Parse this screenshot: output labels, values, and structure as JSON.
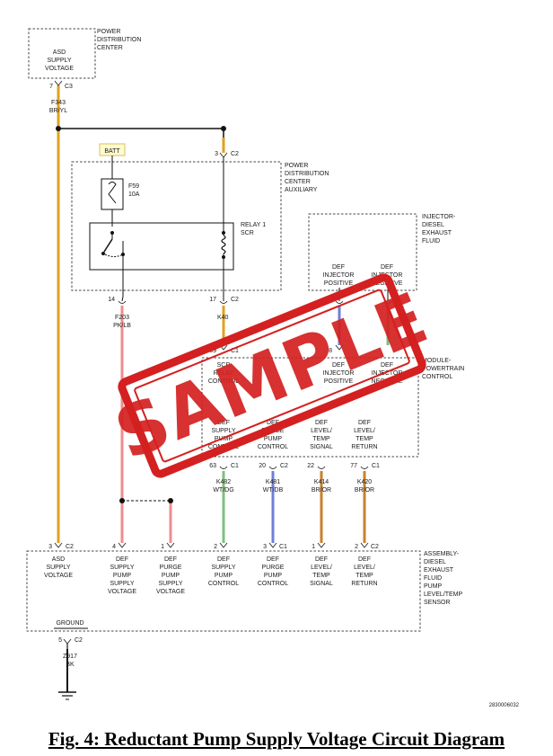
{
  "colors": {
    "wire_yellow": "#e0a020",
    "wire_pink": "#f08c8c",
    "wire_green": "#7ec07e",
    "wire_blue": "#6f7fd8",
    "wire_brown": "#c8822e",
    "wire_black": "#111111",
    "stamp_red": "#d42020",
    "dashed_box": "#444444"
  },
  "components": {
    "pdc_label": [
      "POWER",
      "DISTRIBUTION",
      "CENTER"
    ],
    "asd_supply_box": [
      "ASD",
      "SUPPLY",
      "VOLTAGE"
    ],
    "pdc_aux_label": [
      "POWER",
      "DISTRIBUTION",
      "CENTER",
      "AUXILIARY"
    ],
    "batt": "BATT",
    "fuse_id": "F59",
    "fuse_rating": "10A",
    "relay_label": [
      "RELAY 1",
      "SCR"
    ],
    "injector_label": [
      "INJECTOR-",
      "DIESEL",
      "EXHAUST",
      "FLUID"
    ],
    "inj_def_pos": [
      "DEF",
      "INJECTOR",
      "POSITIVE"
    ],
    "inj_def_neg": [
      "DEF",
      "INJECTOR",
      "NEGATIVE"
    ],
    "pcm_label": [
      "MODULE-",
      "POWERTRAIN",
      "CONTROL"
    ],
    "pcm_scr_relay": [
      "SCR",
      "RELAY",
      "CONTROL"
    ],
    "pcm_def_pos": [
      "DEF",
      "INJECTOR",
      "POSITIVE"
    ],
    "pcm_def_neg": [
      "DEF",
      "INJECTOR",
      "NEGATIVE"
    ],
    "pcm_supply_pump": [
      "DEF",
      "SUPPLY",
      "PUMP",
      "CONTROL"
    ],
    "pcm_purge_pump": [
      "DEF",
      "PURGE",
      "PUMP",
      "CONTROL"
    ],
    "pcm_level_signal": [
      "DEF",
      "LEVEL/",
      "TEMP",
      "SIGNAL"
    ],
    "pcm_level_return": [
      "DEF",
      "LEVEL/",
      "TEMP",
      "RETURN"
    ],
    "assembly_label": [
      "ASSEMBLY-",
      "DIESEL",
      "EXHAUST",
      "FLUID",
      "PUMP",
      "LEVEL/TEMP",
      "SENSOR"
    ],
    "asm_asd": [
      "ASD",
      "SUPPLY",
      "VOLTAGE"
    ],
    "asm_supply_pump_supply": [
      "DEF",
      "SUPPLY",
      "PUMP",
      "SUPPLY",
      "VOLTAGE"
    ],
    "asm_purge_pump_supply": [
      "DEF",
      "PURGE",
      "PUMP",
      "SUPPLY",
      "VOLTAGE"
    ],
    "asm_supply_pump_control": [
      "DEF",
      "SUPPLY",
      "PUMP",
      "CONTROL"
    ],
    "asm_purge_pump_control": [
      "DEF",
      "PURGE",
      "PUMP",
      "CONTROL"
    ],
    "asm_level_signal": [
      "DEF",
      "LEVEL/",
      "TEMP",
      "SIGNAL"
    ],
    "asm_level_return": [
      "DEF",
      "LEVEL/",
      "TEMP",
      "RETURN"
    ],
    "ground_label": "GROUND"
  },
  "connectors": {
    "c3_pin": "7",
    "c3": "C3",
    "pdc_aux_top_pin": "3",
    "pdc_aux_top": "C2",
    "pdc_aux_f203_pin": "14",
    "pdc_aux_k_pin": "17",
    "pdc_aux_k": "C2",
    "inj_pos_pin": "1",
    "pcm_relay_pin": "69",
    "pcm_relay": "C1",
    "pcm_inj_pin": "8",
    "pcm_k482_pin": "63",
    "pcm_k482": "C1",
    "pcm_k481_pin": "20",
    "pcm_k481": "C2",
    "pcm_k414_pin": "22",
    "pcm_k420_pin": "77",
    "pcm_k420": "C1",
    "asm_asd_pin": "3",
    "asm_asd": "C2",
    "asm_supply_pin": "4",
    "asm_purge_pin": "1",
    "asm_spc_pin": "2",
    "asm_ppc_pin": "3",
    "asm_ppc": "C1",
    "asm_sig_pin": "1",
    "asm_ret_pin": "2",
    "asm_ret": "C2",
    "ground_pin": "5",
    "ground": "C2"
  },
  "wires": {
    "f343": [
      "F343",
      "BR/YL"
    ],
    "f203": [
      "F203",
      "PK/LB"
    ],
    "k4xx_partial": "K40",
    "k482": [
      "K482",
      "WT/DG"
    ],
    "k481": [
      "K481",
      "WT/DB"
    ],
    "k414": [
      "K414",
      "BR/OR"
    ],
    "k420": [
      "K420",
      "BR/OR"
    ],
    "z917": [
      "Z917",
      "BK"
    ]
  },
  "stamp": "SAMPLE",
  "figure_id": "2830006032",
  "caption": "Fig. 4: Reductant Pump Supply Voltage Circuit Diagram"
}
